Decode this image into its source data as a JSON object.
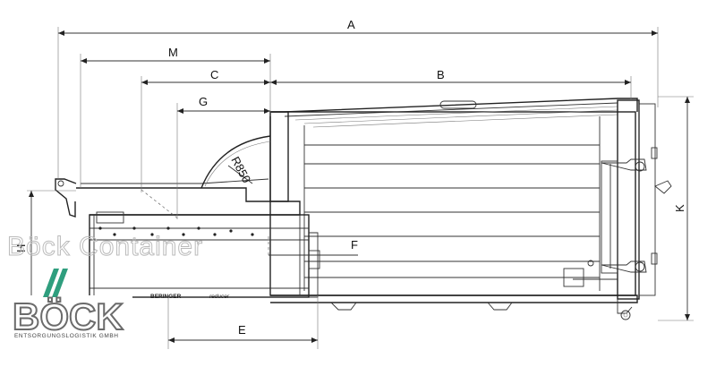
{
  "dimensions": {
    "A": "A",
    "M": "M",
    "B": "B",
    "C": "C",
    "G": "G",
    "R": "R850",
    "F": "F",
    "H": "H",
    "K": "K",
    "E": "E"
  },
  "plate": {
    "brand": "BERINGER",
    "model": "reducer"
  },
  "watermark": {
    "text": "Böck Container"
  },
  "logo": {
    "word": "BÖCK",
    "subtitle": "ENTSORGUNGSLOGISTIK GMBH",
    "accent_color": "#2f9e7e"
  }
}
